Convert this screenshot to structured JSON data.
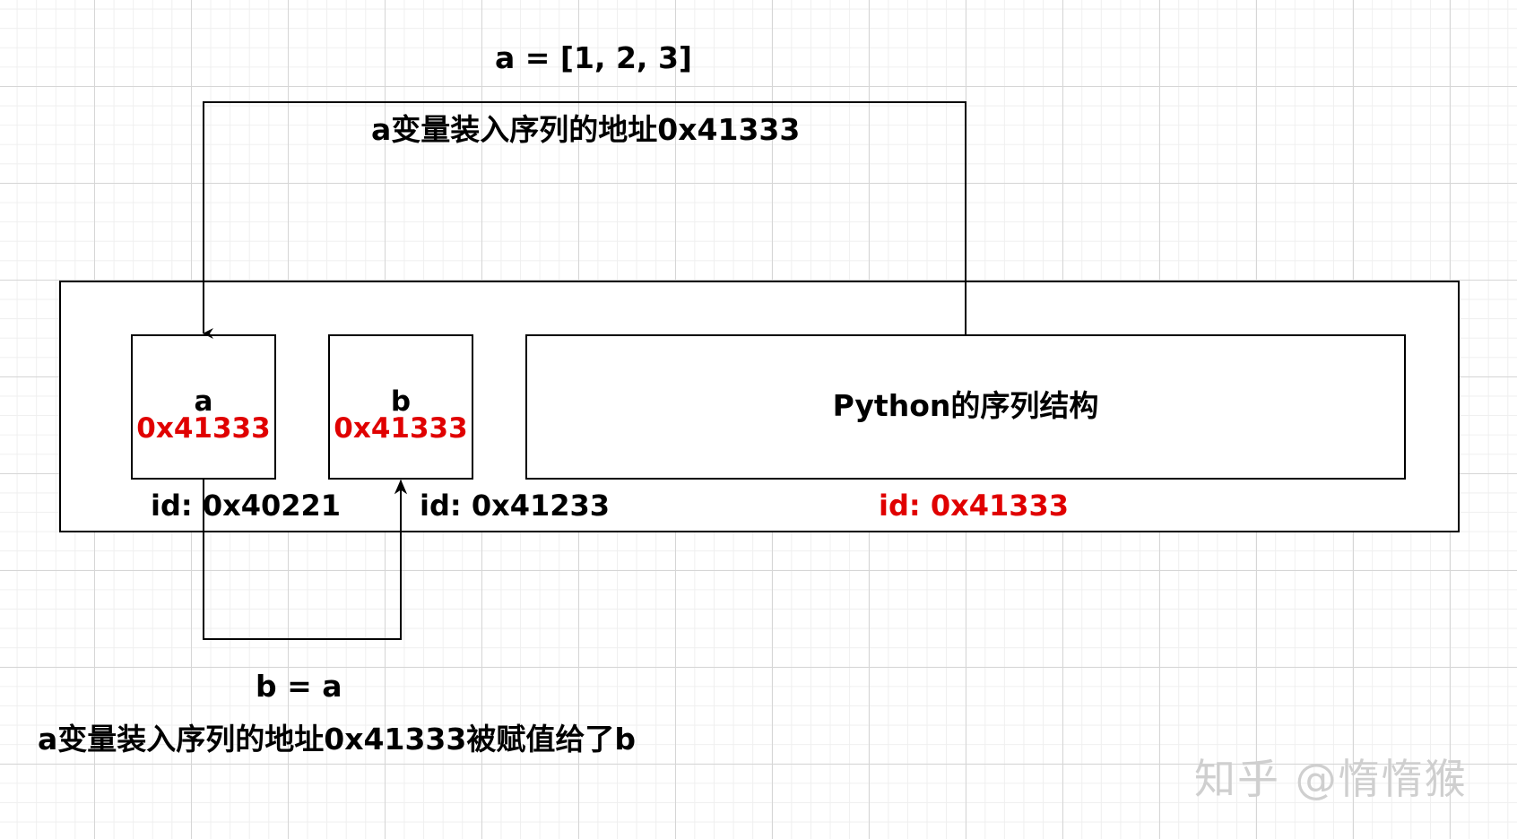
{
  "diagram": {
    "code_top": "a = [1, 2, 3]",
    "annotation_top": "a变量装入序列的地址0x41333",
    "var_a": {
      "name": "a",
      "address": "0x41333",
      "id_label": "id: 0x40221"
    },
    "var_b": {
      "name": "b",
      "address": "0x41333",
      "id_label": "id: 0x41233"
    },
    "sequence": {
      "label": "Python的序列结构",
      "id_label": "id: 0x41333"
    },
    "code_bottom": "b = a",
    "annotation_bottom": "a变量装入序列的地址0x41333被赋值给了b"
  },
  "watermark": "知乎 @惰惰猴",
  "colors": {
    "highlight": "#e00000",
    "text": "#000000",
    "grid": "#d6d6d6",
    "watermark": "#cfcfcf"
  }
}
